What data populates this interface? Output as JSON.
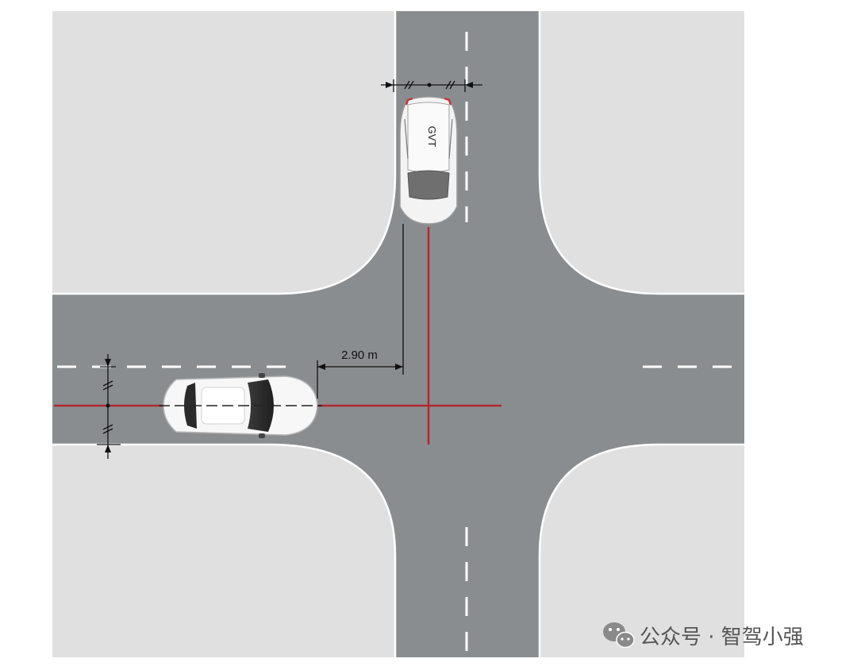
{
  "diagram": {
    "dimension_label": "2.90 m",
    "gvt_label": "GVT",
    "watermark": "公众号 · 智驾小强"
  },
  "colors": {
    "road": "#8a8d90",
    "sidewalk": "#e0e0e0",
    "lane_marking": "#ffffff",
    "reference_line": "#b0282e",
    "dimension_line": "#111111"
  },
  "icons": {
    "watermark_logo": "wechat-icon"
  }
}
